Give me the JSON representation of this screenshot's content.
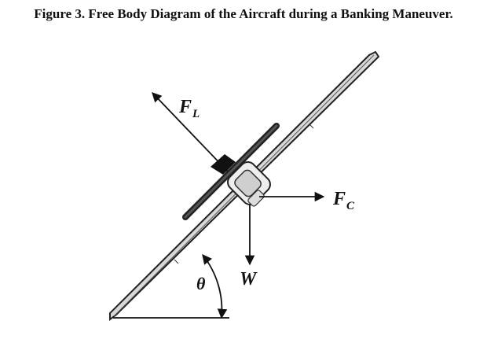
{
  "figure": {
    "title": "Figure 3. Free Body Diagram of the Aircraft during a Banking Maneuver."
  },
  "forces": {
    "lift": {
      "symbol": "F",
      "subscript": "L"
    },
    "centripetal": {
      "symbol": "F",
      "subscript": "C"
    },
    "weight": {
      "symbol": "W"
    }
  },
  "angle": {
    "symbol": "θ"
  }
}
